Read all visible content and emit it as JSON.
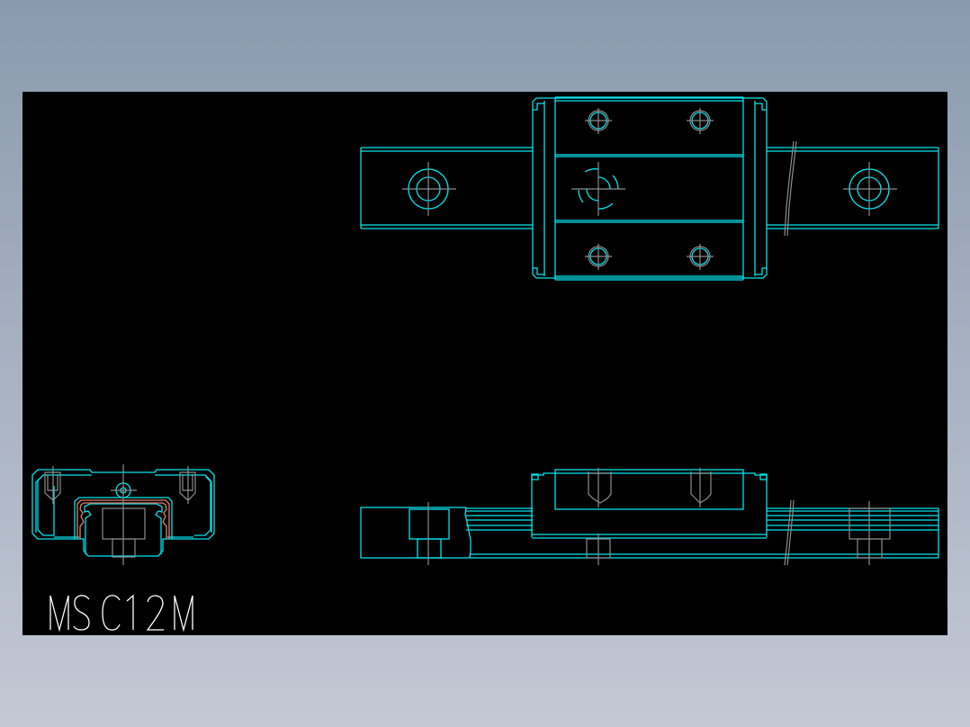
{
  "drawing": {
    "title": "MSC12M",
    "background_color": "#000000",
    "line_colors": {
      "outline": "#00e5ee",
      "centerline": "#8c8c8c",
      "seal": "#e0806a",
      "text": "#ffffff"
    },
    "views": [
      {
        "name": "top-view",
        "description": "Carriage block on rail, plan view with 4 mounting holes and grease nipple"
      },
      {
        "name": "end-section-view",
        "description": "Cross-section of carriage on rail"
      },
      {
        "name": "side-view",
        "description": "Side elevation of carriage and rail with break lines"
      }
    ]
  }
}
